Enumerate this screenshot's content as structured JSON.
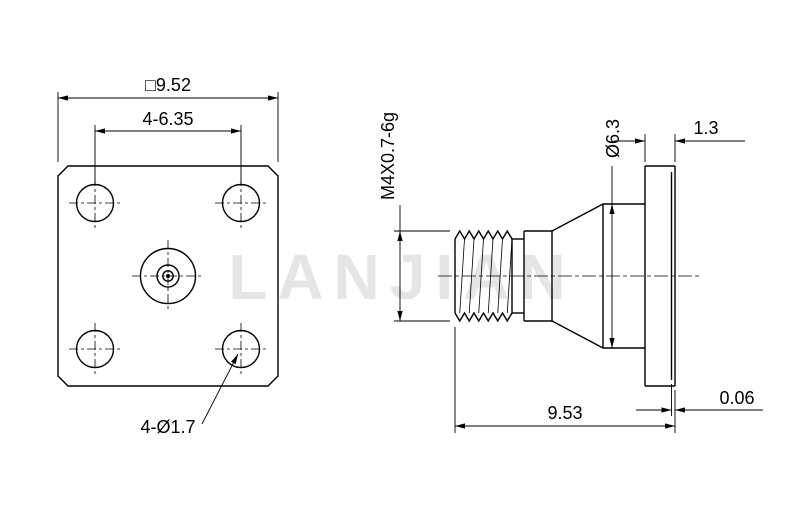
{
  "watermark": "LANJIAN",
  "front_view": {
    "square_dim": "□9.52",
    "hole_spacing_dim": "4-6.35",
    "hole_count_diameter_dim": "4-Ø1.7"
  },
  "side_view": {
    "thread_spec_dim": "M4X0.7-6g",
    "body_diameter_dim": "Ø6.3",
    "flange_thickness_dim": "1.3",
    "overall_length_dim": "9.53",
    "step_dim": "0.06"
  }
}
